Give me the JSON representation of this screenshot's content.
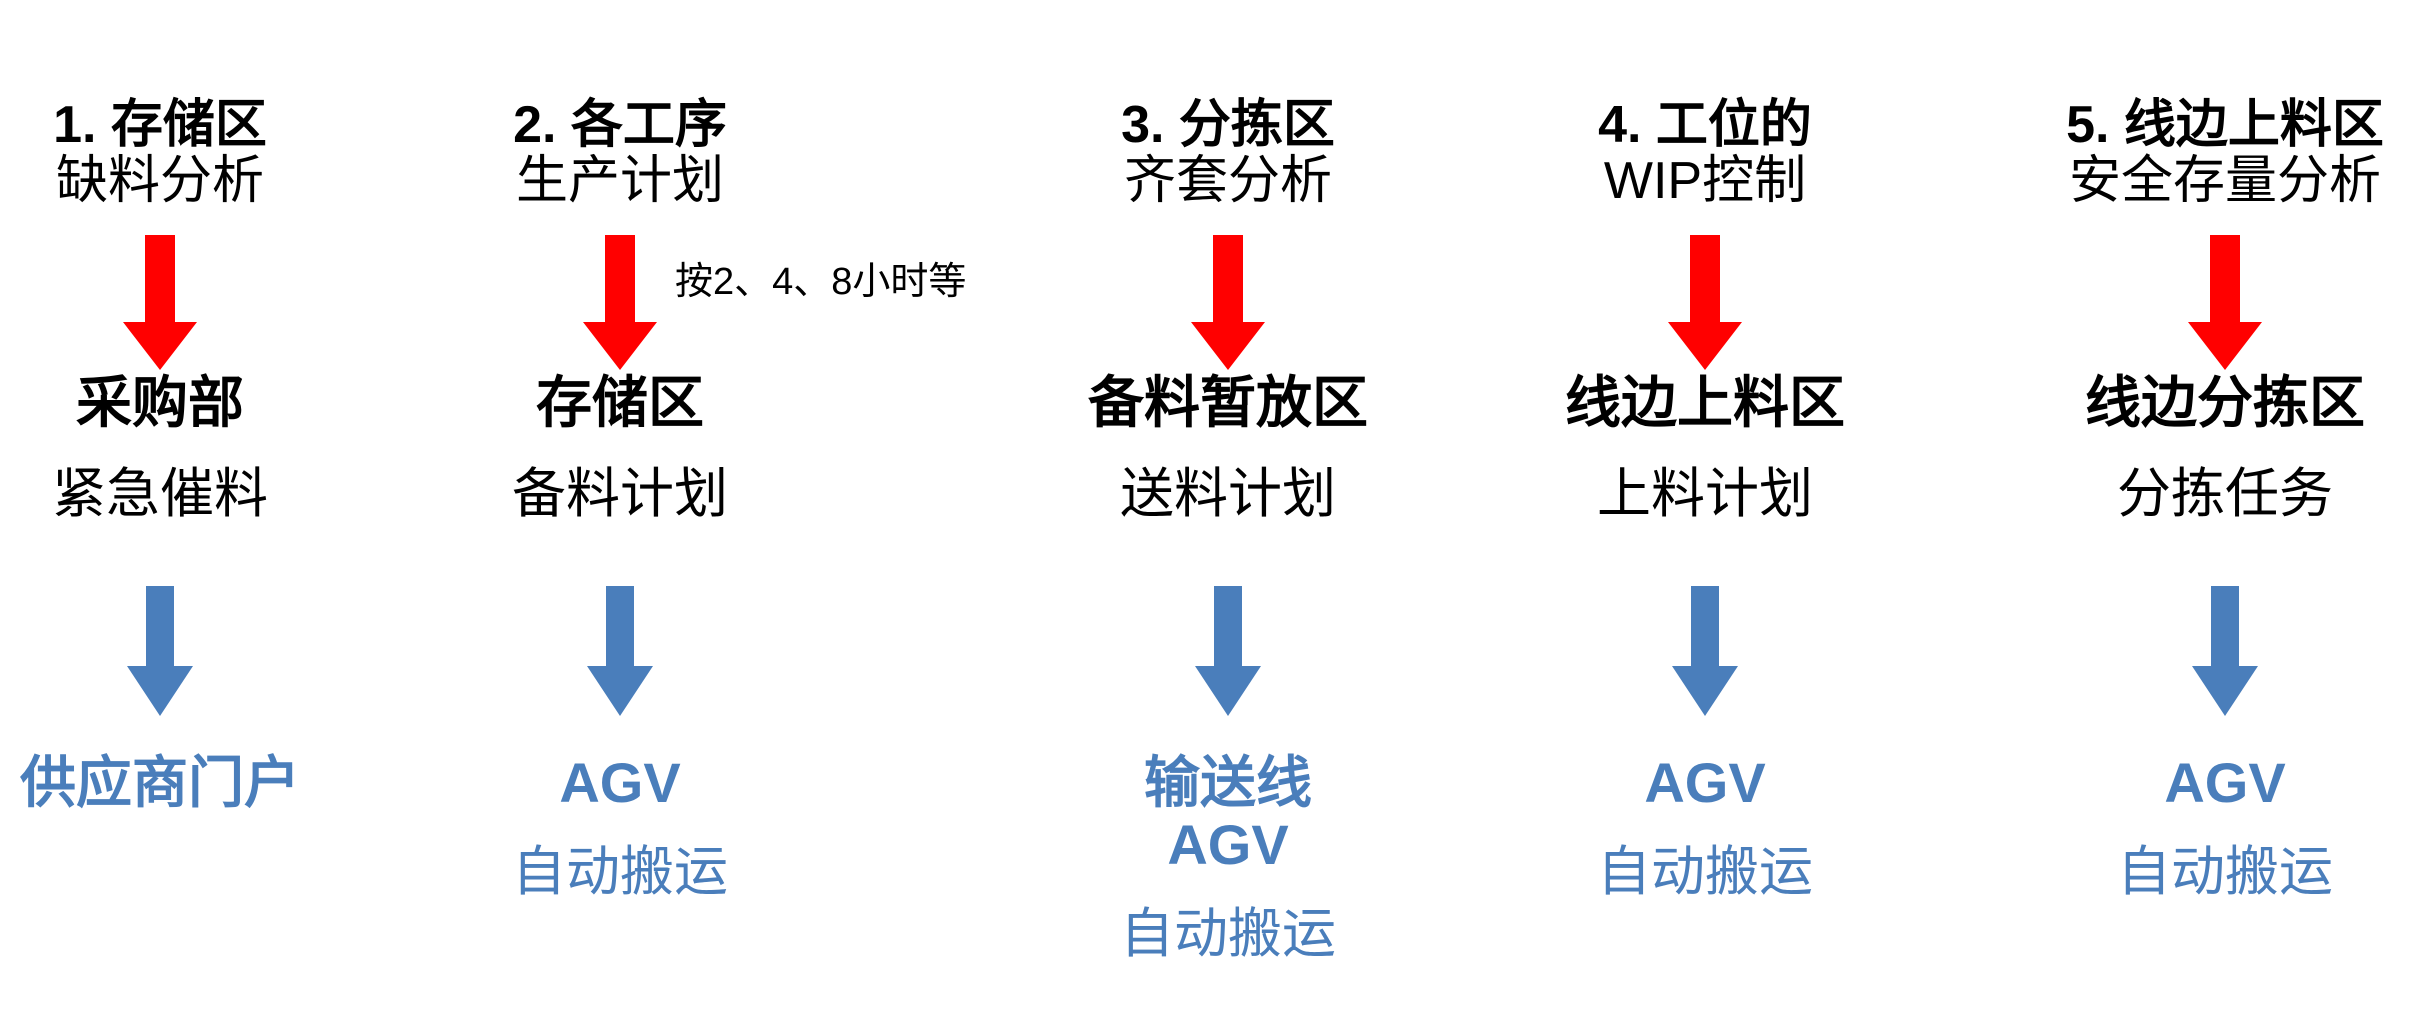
{
  "diagram": {
    "description_colors": {
      "red_arrow": "#FF0000",
      "blue_arrow": "#4A7EBB",
      "blue_text": "#4A7EBB",
      "black_text": "#000000",
      "background": "#FFFFFF"
    },
    "columns": [
      {
        "header_line1": "1. 存储区",
        "header_line2": "缺料分析",
        "red_arrow_label": "",
        "mid_line1": "采购部",
        "mid_line2": "紧急催料",
        "bottom_bold_line1": "供应商门户",
        "bottom_bold_line2": "",
        "bottom_regular": ""
      },
      {
        "header_line1": "2. 各工序",
        "header_line2": "生产计划",
        "red_arrow_label": "按2、4、8小时等",
        "mid_line1": "存储区",
        "mid_line2": "备料计划",
        "bottom_bold_line1": "AGV",
        "bottom_bold_line2": "",
        "bottom_regular": "自动搬运"
      },
      {
        "header_line1": "3. 分拣区",
        "header_line2": "齐套分析",
        "red_arrow_label": "",
        "mid_line1": "备料暂放区",
        "mid_line2": "送料计划",
        "bottom_bold_line1": "输送线",
        "bottom_bold_line2": "AGV",
        "bottom_regular": "自动搬运"
      },
      {
        "header_line1": "4. 工位的",
        "header_line2": "WIP控制",
        "red_arrow_label": "",
        "mid_line1": "线边上料区",
        "mid_line2": "上料计划",
        "bottom_bold_line1": "AGV",
        "bottom_bold_line2": "",
        "bottom_regular": "自动搬运"
      },
      {
        "header_line1": "5. 线边上料区",
        "header_line2": "安全存量分析",
        "red_arrow_label": "",
        "mid_line1": "线边分拣区",
        "mid_line2": "分拣任务",
        "bottom_bold_line1": "AGV",
        "bottom_bold_line2": "",
        "bottom_regular": "自动搬运"
      }
    ]
  }
}
